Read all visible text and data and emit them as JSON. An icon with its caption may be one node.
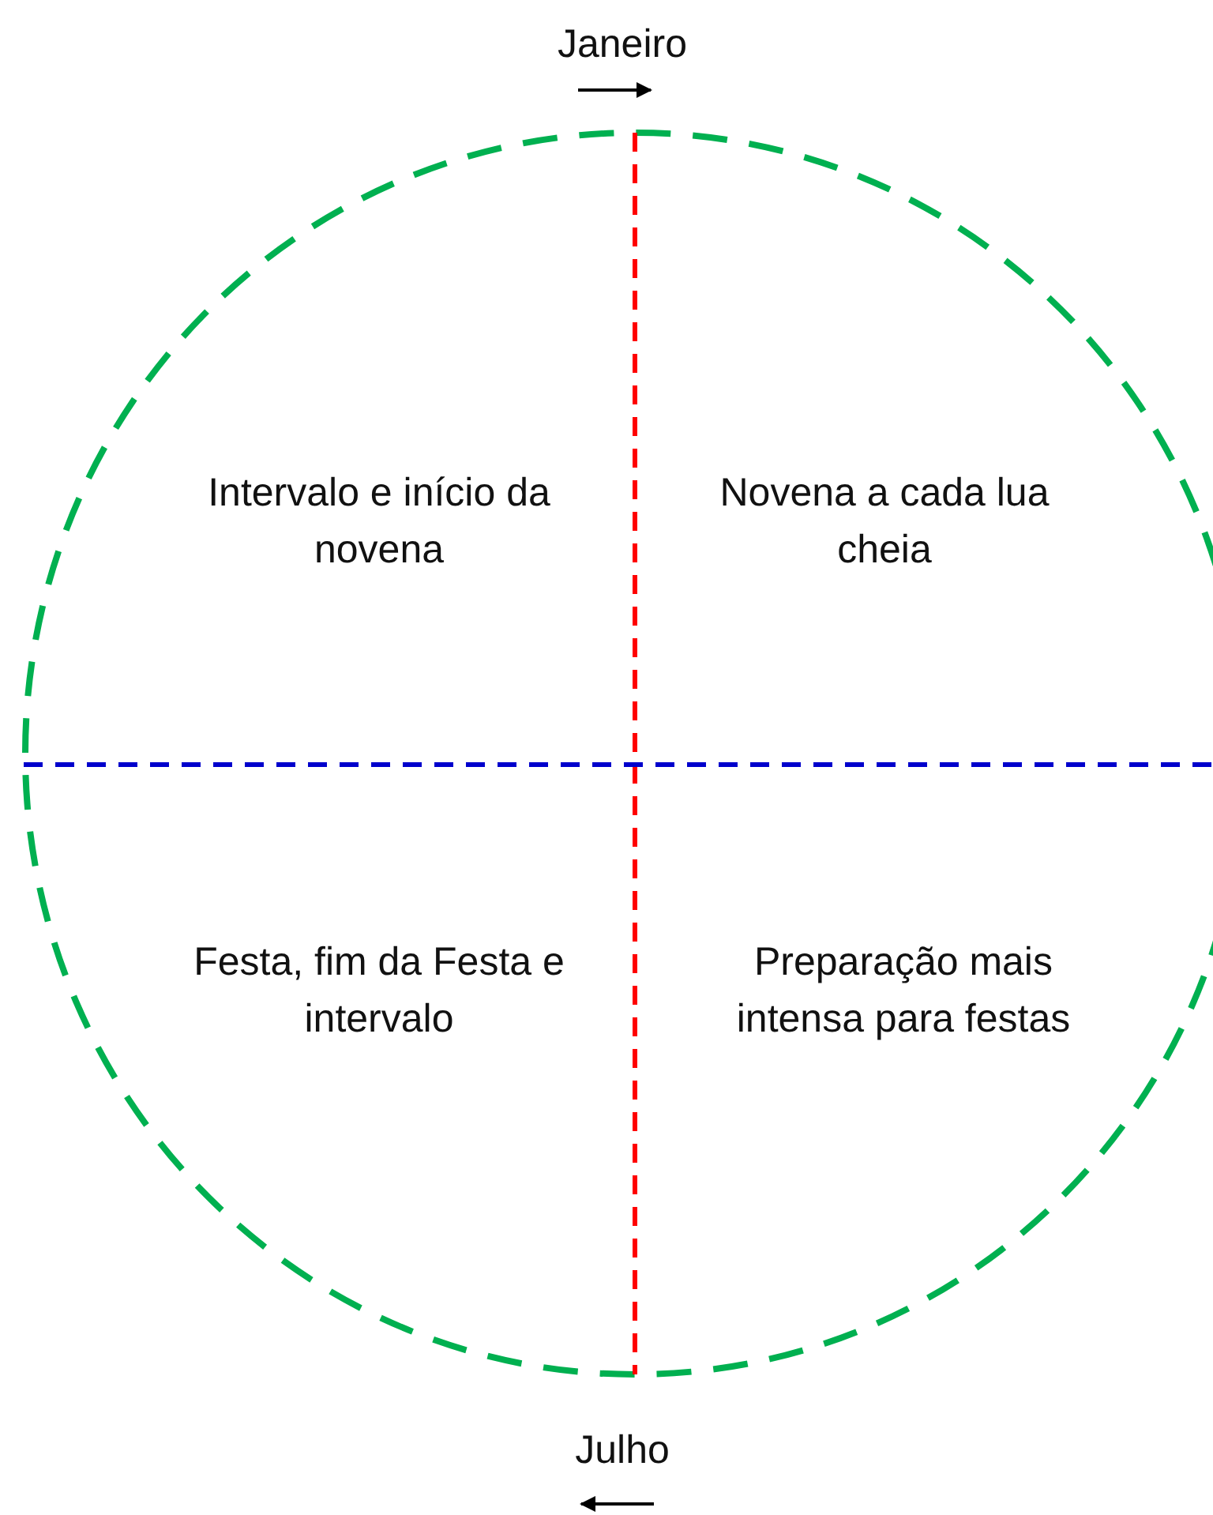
{
  "diagram": {
    "labels": [
      "Janeiro",
      "Intervalo e início da novena",
      "Novena a cada lua cheia",
      "Festa, fim da Festa e intervalo",
      "Preparação mais intensa para festas",
      "Julho"
    ]
  }
}
